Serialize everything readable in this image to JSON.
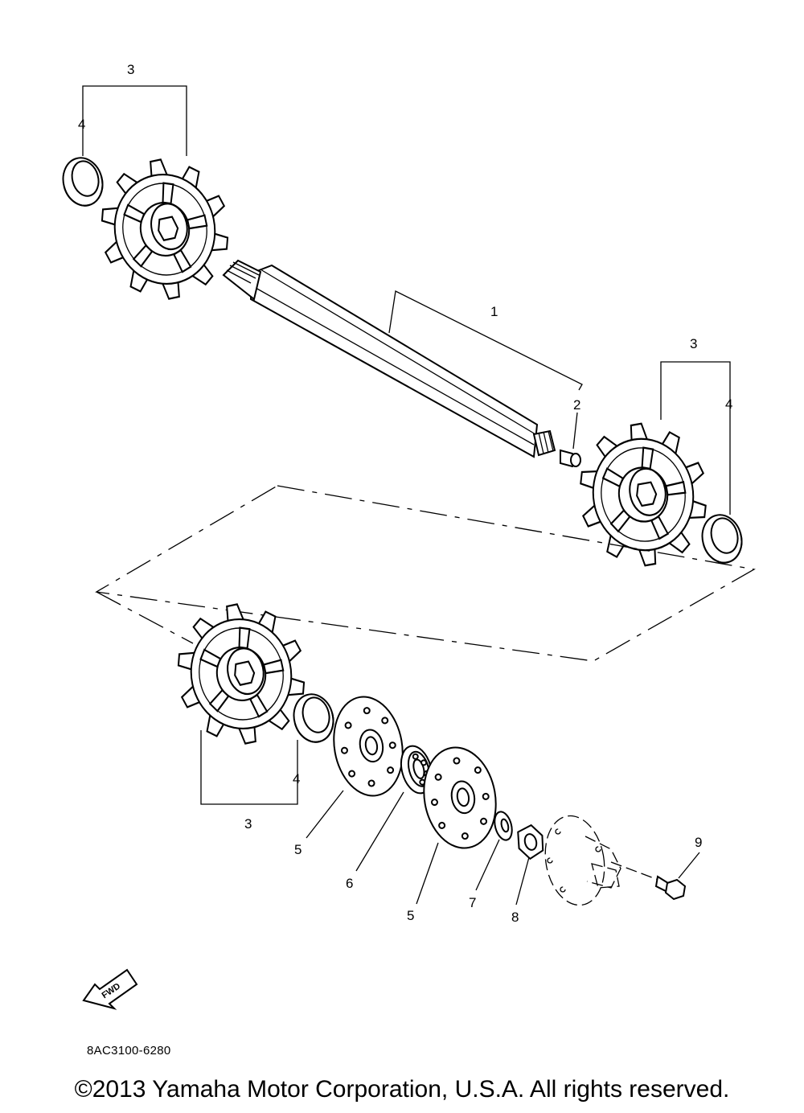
{
  "diagram": {
    "callouts": {
      "c1": "1",
      "c2": "2",
      "c3_top_left": "3",
      "c3_right": "3",
      "c3_bottom": "3",
      "c4_top_left": "4",
      "c4_right": "4",
      "c4_bottom": "4",
      "c5_left": "5",
      "c5_right": "5",
      "c6": "6",
      "c7": "7",
      "c8": "8",
      "c9": "9"
    },
    "fwd_label": "FWD",
    "drawing_code": "8AC3100-6280"
  },
  "footer": {
    "copyright": "©2013 Yamaha Motor Corporation, U.S.A. All rights reserved."
  },
  "icons": [
    "sprocket-icon",
    "bearing-collar-icon",
    "shaft-icon",
    "fwd-arrow-icon"
  ]
}
